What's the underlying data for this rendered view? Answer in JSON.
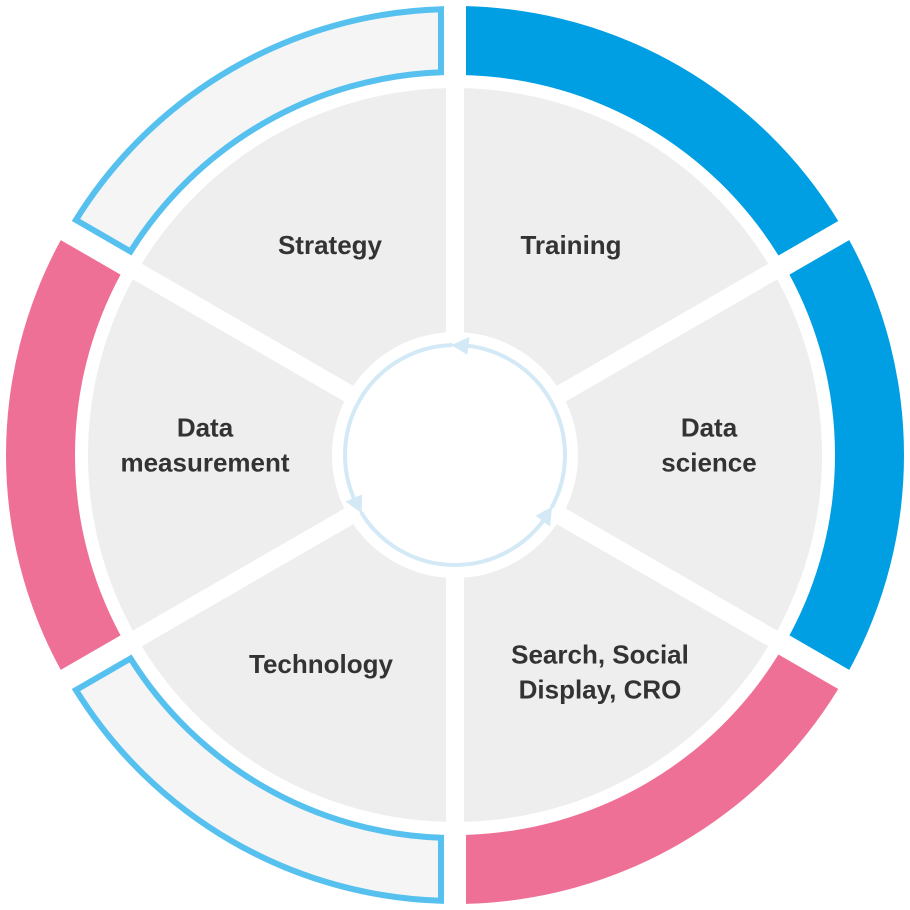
{
  "segments": [
    {
      "id": "strategy",
      "lines": [
        "Strategy"
      ],
      "ring": "outline"
    },
    {
      "id": "training",
      "lines": [
        "Training"
      ],
      "ring": "blue"
    },
    {
      "id": "data-science",
      "lines": [
        "Data",
        "science"
      ],
      "ring": "blue"
    },
    {
      "id": "search-social",
      "lines": [
        "Search, Social",
        "Display, CRO"
      ],
      "ring": "pink"
    },
    {
      "id": "technology",
      "lines": [
        "Technology"
      ],
      "ring": "outline"
    },
    {
      "id": "data-measurement",
      "lines": [
        "Data",
        "measurement"
      ],
      "ring": "pink"
    }
  ],
  "colors": {
    "blue": "#009fe3",
    "pink": "#ef7096",
    "outline_stroke": "#56c1ef",
    "outline_fill": "#f5f5f6",
    "segment_fill": "#eeeeef",
    "label": "#333333",
    "center_arrows": "#d3e9f6"
  }
}
